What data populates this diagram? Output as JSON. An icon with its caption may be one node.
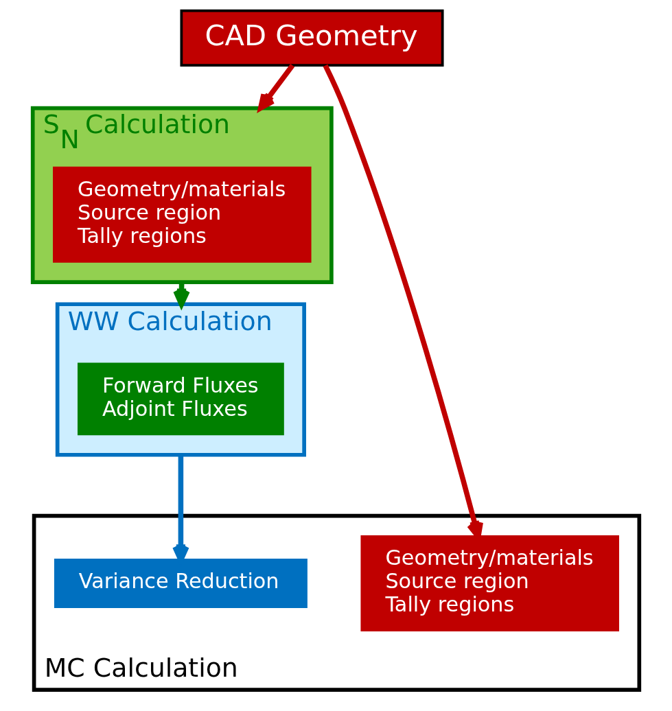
{
  "diagram": {
    "nodes": [
      {
        "text": [
          "CAD Geometry"
        ]
      },
      {
        "text": [
          "S$_{N}$ Calculation"
        ]
      },
      {
        "text": [
          "Geometry/materials",
          "Source region",
          "Tally regions"
        ],
        "in": 1
      },
      {
        "text": [
          "WW Calculation"
        ]
      },
      {
        "text": [
          "Forward Fluxes",
          "Adjoint Fluxes"
        ],
        "in": 3
      },
      {
        "text": [
          "MC Calculation"
        ]
      },
      {
        "text": [
          "Geometry/materials",
          "Source region",
          "Tally regions"
        ],
        "in": 5
      },
      {
        "text": [
          "Variance Reduction"
        ],
        "in": 5
      }
    ],
    "edges": [
      {
        "from": 0,
        "to": 1,
        "arrow": "to",
        "color": "#c00000"
      },
      {
        "from": 1,
        "to": 3,
        "arrow": "to",
        "color": "#008000"
      },
      {
        "from": 0,
        "to": 6,
        "arrow": "to",
        "color": "#c00000"
      },
      {
        "from": 3,
        "to": 7,
        "arrow": "to",
        "color": "#0070c0"
      }
    ]
  }
}
